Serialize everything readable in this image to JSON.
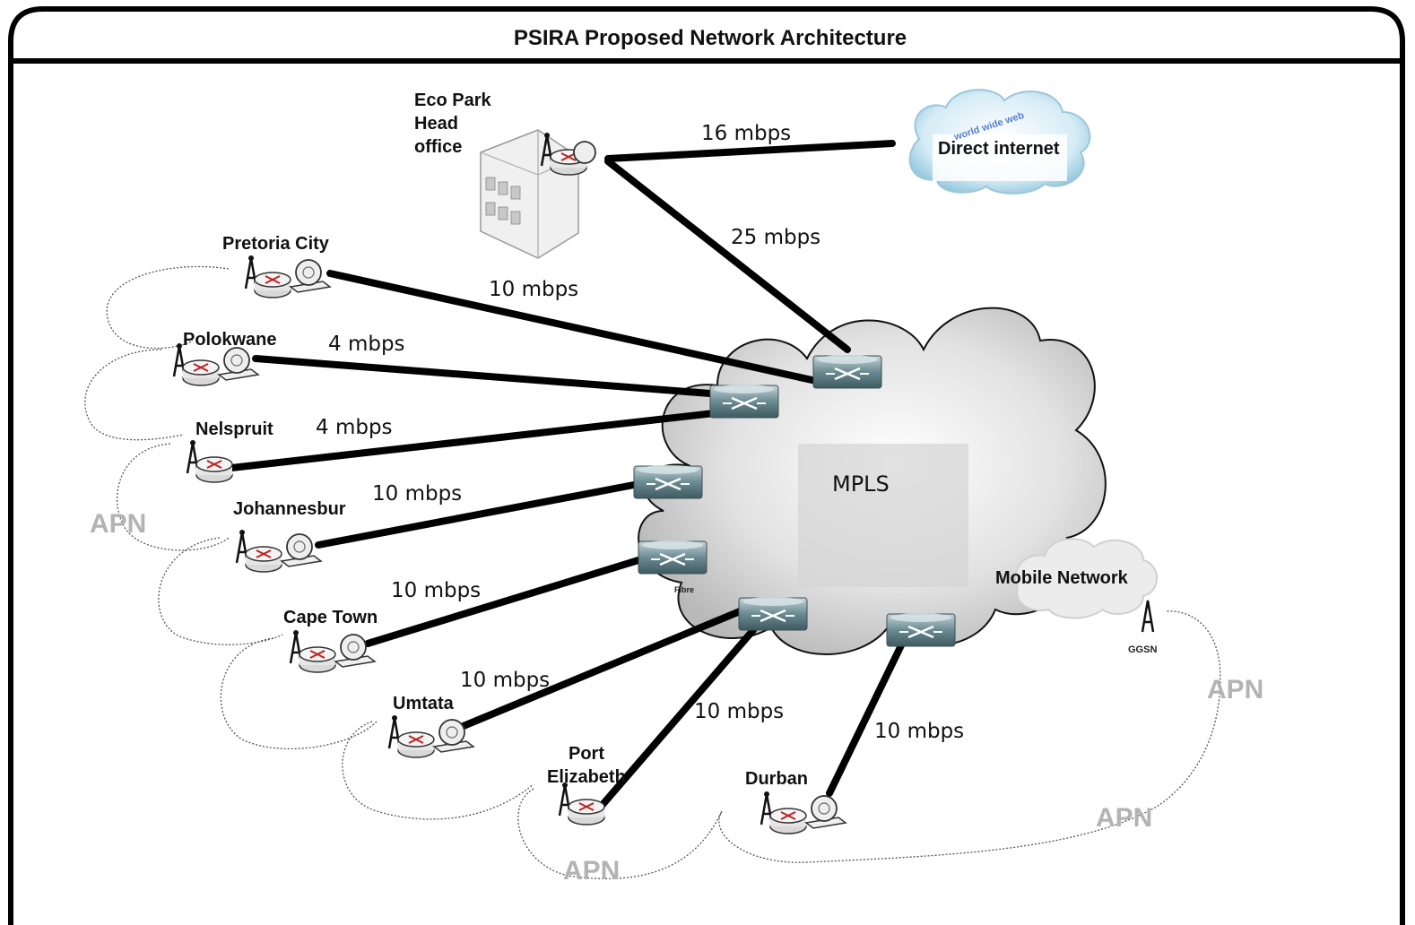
{
  "title": "PSIRA Proposed Network Architecture",
  "head_office": {
    "label_lines": [
      "Eco Park",
      "Head",
      "office"
    ]
  },
  "internet": {
    "label": "Direct internet",
    "www_text": "world wide web"
  },
  "mpls": {
    "label": "MPLS"
  },
  "mobile_network": {
    "label": "Mobile Network",
    "ggsn": "GGSN",
    "router_tag": "Fibre"
  },
  "apn_label": "APN",
  "sites": [
    {
      "name": "Pretoria City",
      "speed": "10 mbps"
    },
    {
      "name": "Polokwane",
      "speed": "4 mbps"
    },
    {
      "name": "Nelspruit",
      "speed": "4 mbps"
    },
    {
      "name": "Johannesbur",
      "speed": "10 mbps"
    },
    {
      "name": "Cape Town",
      "speed": "10 mbps"
    },
    {
      "name": "Umtata",
      "speed": "10 mbps"
    },
    {
      "name": "Port Elizabeth",
      "speed": "10 mbps"
    },
    {
      "name": "Durban",
      "speed": "10 mbps"
    }
  ],
  "links": {
    "head_to_internet": "16 mbps",
    "head_to_mpls": "25 mbps"
  }
}
